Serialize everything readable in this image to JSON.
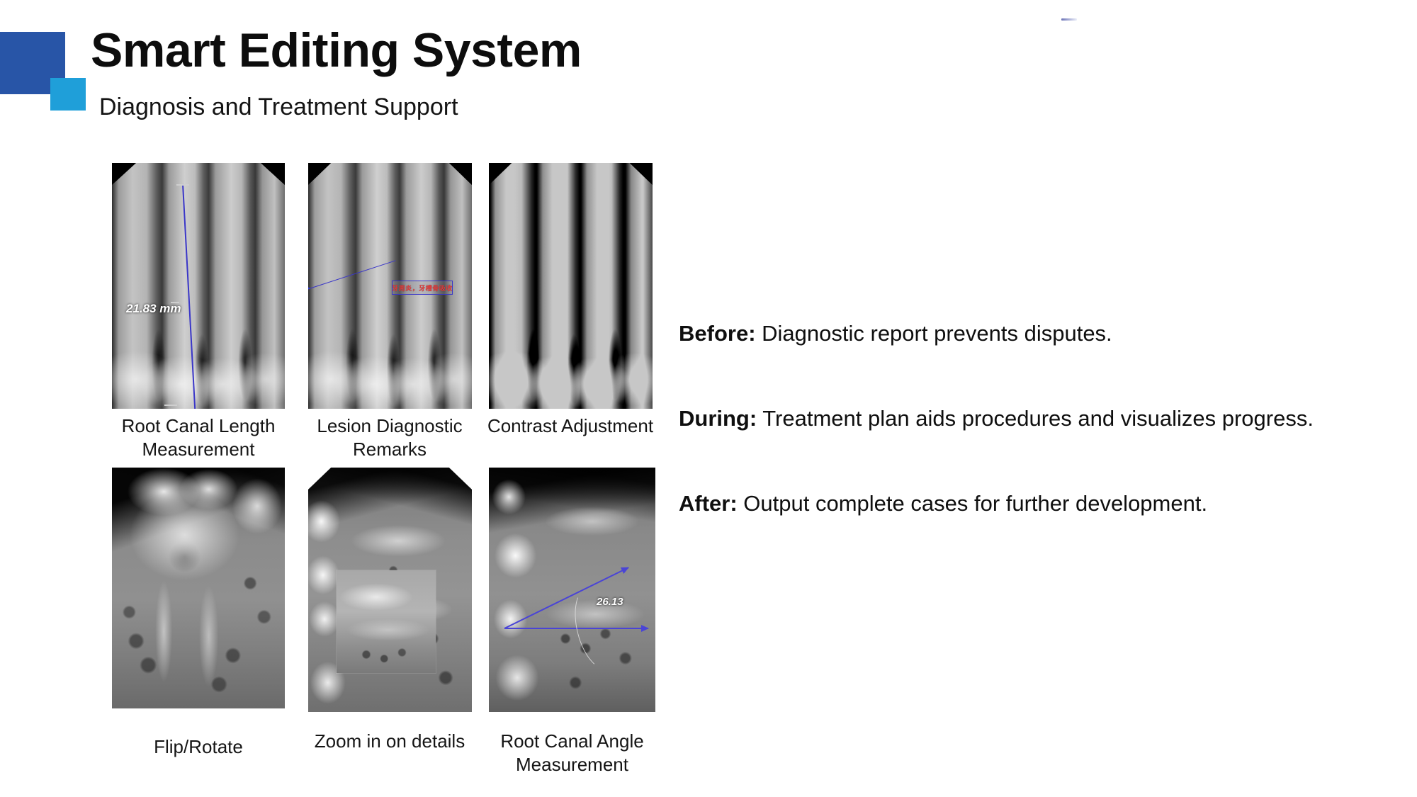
{
  "header": {
    "title": "Smart Editing System",
    "subtitle": "Diagnosis and Treatment Support",
    "accent_dark": "#2855a7",
    "accent_light": "#1f9fd9"
  },
  "gallery": {
    "tiles": [
      {
        "id": "root-canal-length",
        "caption": "Root Canal Length Measurement",
        "annotation_type": "length-measurement",
        "measurement_label": "21.83 mm",
        "annotation_color": "#3a36c8"
      },
      {
        "id": "lesion-diagnostic-remarks",
        "caption": "Lesion Diagnostic Remarks",
        "annotation_type": "callout-remark",
        "remark_text": "牙周炎，牙槽骨吸收",
        "remark_text_color": "#e03a3a",
        "annotation_color": "#3a36c8"
      },
      {
        "id": "contrast-adjustment",
        "caption": "Contrast Adjustment",
        "annotation_type": "none"
      },
      {
        "id": "flip-rotate",
        "caption": "Flip/Rotate",
        "annotation_type": "none"
      },
      {
        "id": "zoom-in-on-details",
        "caption": "Zoom in on details",
        "annotation_type": "magnifier-inset"
      },
      {
        "id": "root-canal-angle",
        "caption": "Root Canal Angle Measurement",
        "annotation_type": "angle-measurement",
        "measurement_label": "26.13",
        "annotation_color": "#4a44d6"
      }
    ]
  },
  "phases": [
    {
      "key": "Before:",
      "value": "Diagnostic report prevents disputes."
    },
    {
      "key": "During:",
      "value": "Treatment plan aids procedures and visualizes progress."
    },
    {
      "key": "After:",
      "value": "Output complete cases for further development."
    }
  ]
}
